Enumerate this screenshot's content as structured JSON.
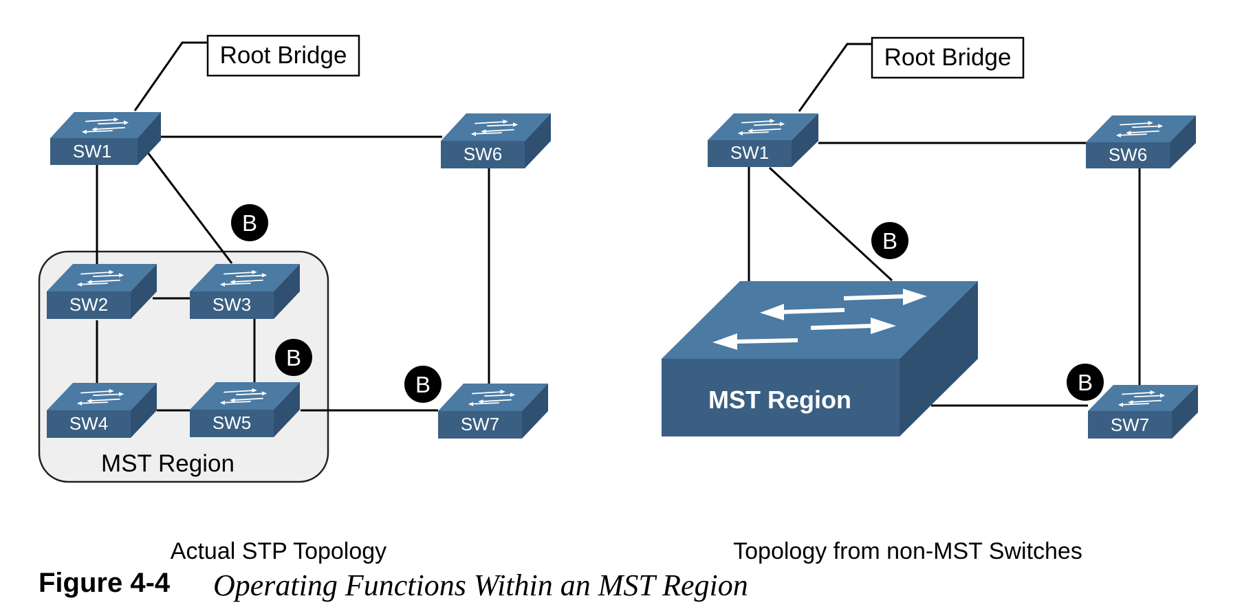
{
  "diagram": {
    "colors": {
      "switch_front": "#3a5f82",
      "switch_top": "#4b7aa3",
      "switch_side": "#2f5070",
      "region_fill": "#efefef",
      "line": "#000000",
      "badge": "#000000"
    },
    "left": {
      "root_label": "Root Bridge",
      "switches": {
        "sw1": "SW1",
        "sw2": "SW2",
        "sw3": "SW3",
        "sw4": "SW4",
        "sw5": "SW5",
        "sw6": "SW6",
        "sw7": "SW7"
      },
      "region_label": "MST Region",
      "badges": [
        "B",
        "B",
        "B"
      ],
      "caption": "Actual STP Topology"
    },
    "right": {
      "root_label": "Root Bridge",
      "switches": {
        "sw1": "SW1",
        "sw6": "SW6",
        "sw7": "SW7"
      },
      "region_label": "MST Region",
      "badges": [
        "B",
        "B"
      ],
      "caption": "Topology from non-MST Switches"
    }
  },
  "figure": {
    "number": "Figure 4-4",
    "title": "Operating Functions Within an MST Region"
  }
}
